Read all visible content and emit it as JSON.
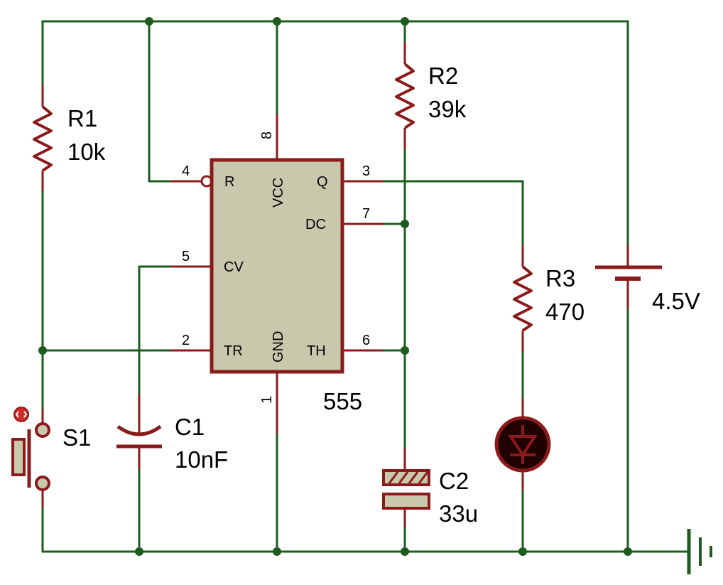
{
  "components": {
    "r1": {
      "name": "R1",
      "value": "10k"
    },
    "r2": {
      "name": "R2",
      "value": "39k"
    },
    "r3": {
      "name": "R3",
      "value": "470"
    },
    "c1": {
      "name": "C1",
      "value": "10nF"
    },
    "c2": {
      "name": "C2",
      "value": "33u"
    },
    "s1": {
      "name": "S1"
    },
    "battery": {
      "value": "4.5V"
    },
    "ic": {
      "name": "555"
    }
  },
  "ic_pins": {
    "reset": {
      "label": "R",
      "number": "4"
    },
    "vcc": {
      "label": "VCC",
      "number": "8"
    },
    "q": {
      "label": "Q",
      "number": "3"
    },
    "dc": {
      "label": "DC",
      "number": "7"
    },
    "cv": {
      "label": "CV",
      "number": "5"
    },
    "tr": {
      "label": "TR",
      "number": "2"
    },
    "gnd": {
      "label": "GND",
      "number": "1"
    },
    "th": {
      "label": "TH",
      "number": "6"
    }
  },
  "colors": {
    "wire": "#1e5c1e",
    "component": "#8b1a1a",
    "ic_body": "#c8c8ac"
  }
}
